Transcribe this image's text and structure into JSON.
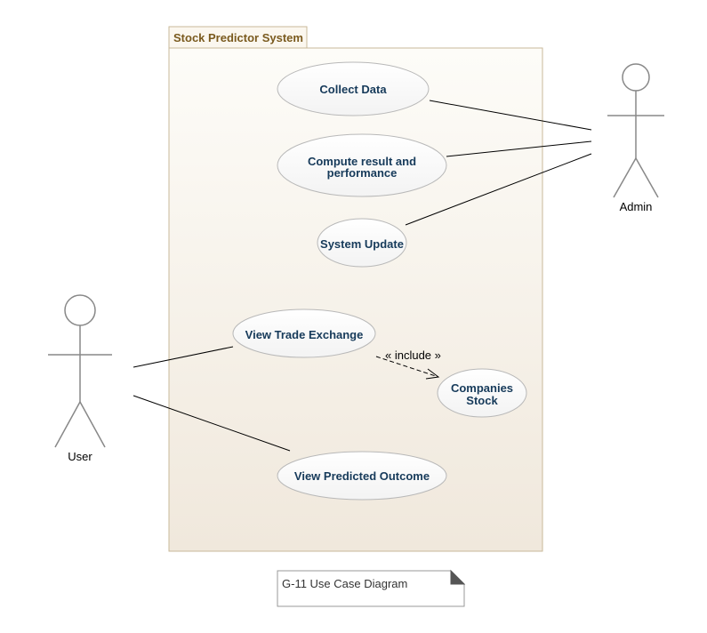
{
  "system": {
    "title": "Stock Predictor System"
  },
  "actors": {
    "admin": "Admin",
    "user": "User"
  },
  "use_cases": {
    "collect_data": "Collect Data",
    "compute_line1": "Compute result and",
    "compute_line2": "performance",
    "system_update": "System Update",
    "view_trade": "View Trade Exchange",
    "companies_line1": "Companies",
    "companies_line2": "Stock",
    "view_predicted": "View Predicted Outcome"
  },
  "relations": {
    "include_label": "« include »"
  },
  "note": {
    "text": "G-11 Use Case Diagram"
  },
  "colors": {
    "boundary_border": "#c9b99a",
    "boundary_top": "#fdfcf8",
    "boundary_bottom": "#f0e8dc",
    "usecase_text": "#163a5a",
    "tab_text": "#7a5a1e",
    "line": "#000000",
    "actor_stroke": "#888888"
  }
}
